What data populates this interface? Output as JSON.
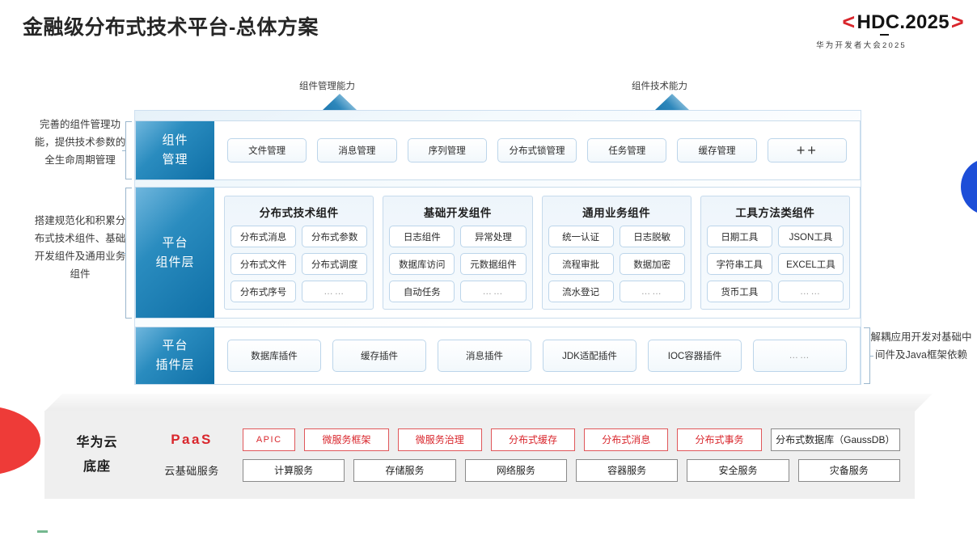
{
  "header": {
    "title": "金融级分布式技术平台-总体方案",
    "logo": {
      "left_bracket": "<",
      "main": "HDC.2025",
      "right_bracket": ">",
      "subtitle": "华为开发者大会2025"
    }
  },
  "arrows": [
    {
      "label": "组件管理能力",
      "name": "component-management-capability"
    },
    {
      "label": "组件技术能力",
      "name": "component-technical-capability"
    }
  ],
  "side_notes": {
    "left_top": "完善的组件管理功能，提供技术参数的全生命周期管理",
    "left_bottom": "搭建规范化和积累分布式技术组件、基础开发组件及通用业务组件",
    "right": "解耦应用开发对基础中间件及Java框架依赖"
  },
  "rows": {
    "management": {
      "label_line1": "组件",
      "label_line2": "管理",
      "chips": [
        "文件管理",
        "消息管理",
        "序列管理",
        "分布式锁管理",
        "任务管理",
        "缓存管理",
        "＋＋"
      ]
    },
    "platform": {
      "label_line1": "平台",
      "label_line2": "组件层",
      "groups": [
        {
          "title": "分布式技术组件",
          "items": [
            "分布式消息",
            "分布式参数",
            "分布式文件",
            "分布式调度",
            "分布式序号",
            "……"
          ]
        },
        {
          "title": "基础开发组件",
          "items": [
            "日志组件",
            "异常处理",
            "数据库访问",
            "元数据组件",
            "自动任务",
            "……"
          ]
        },
        {
          "title": "通用业务组件",
          "items": [
            "统一认证",
            "日志脱敏",
            "流程审批",
            "数据加密",
            "流水登记",
            "……"
          ]
        },
        {
          "title": "工具方法类组件",
          "items": [
            "日期工具",
            "JSON工具",
            "字符串工具",
            "EXCEL工具",
            "货币工具",
            "……"
          ]
        }
      ]
    },
    "plugin": {
      "label_line1": "平台",
      "label_line2": "插件层",
      "chips": [
        "数据库插件",
        "缓存插件",
        "消息插件",
        "JDK适配插件",
        "IOC容器插件",
        "……"
      ]
    }
  },
  "base": {
    "title_line1": "华为云",
    "title_line2": "底座",
    "paas": {
      "label": "PaaS",
      "chips": [
        {
          "text": "APIC",
          "style": "red",
          "flex": 0.62
        },
        {
          "text": "微服务框架",
          "style": "red",
          "flex": 1
        },
        {
          "text": "微服务治理",
          "style": "red",
          "flex": 1
        },
        {
          "text": "分布式缓存",
          "style": "red",
          "flex": 1
        },
        {
          "text": "分布式消息",
          "style": "red",
          "flex": 1
        },
        {
          "text": "分布式事务",
          "style": "red",
          "flex": 1
        },
        {
          "text": "分布式数据库（GaussDB）",
          "style": "gray",
          "flex": 1.55
        }
      ]
    },
    "cloud": {
      "label": "云基础服务",
      "chips": [
        {
          "text": "计算服务",
          "style": "gray",
          "flex": 1
        },
        {
          "text": "存储服务",
          "style": "gray",
          "flex": 1
        },
        {
          "text": "网络服务",
          "style": "gray",
          "flex": 1
        },
        {
          "text": "容器服务",
          "style": "gray",
          "flex": 1
        },
        {
          "text": "安全服务",
          "style": "gray",
          "flex": 1
        },
        {
          "text": "灾备服务",
          "style": "gray",
          "flex": 1
        }
      ]
    }
  },
  "colors": {
    "brand_red": "#d9262c",
    "brand_blue": "#0f6fa6",
    "accent_blue": "#1d4ed8",
    "wedge_red": "#ee3b38"
  }
}
